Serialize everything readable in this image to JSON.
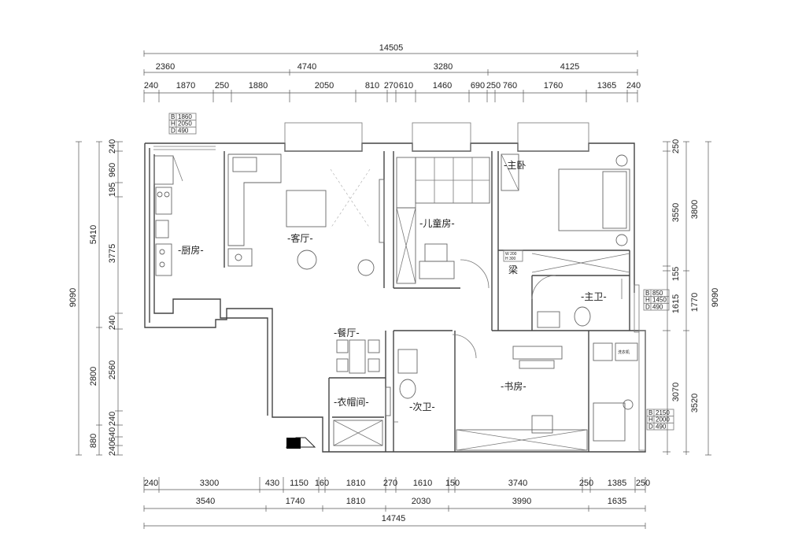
{
  "dims": {
    "top_total": "14505",
    "top_mid": [
      "2360",
      "4740",
      "3280",
      "4125"
    ],
    "top_detail": [
      "240",
      "1870",
      "250",
      "1880",
      "2050",
      "810",
      "270",
      "610",
      "1460",
      "690",
      "250",
      "760",
      "1760",
      "1365",
      "240"
    ],
    "bottom_detail": [
      "240",
      "3300",
      "430",
      "1150",
      "160",
      "1810",
      "270",
      "1610",
      "150",
      "3740",
      "250",
      "1385",
      "250"
    ],
    "bottom_mid": [
      "3540",
      "1740",
      "1810",
      "2030",
      "3990",
      "1635"
    ],
    "bottom_total": "14745",
    "left_total": "9090",
    "left_mid": [
      "5410",
      "2800",
      "880"
    ],
    "left_detail": [
      "240",
      "960",
      "195",
      "3775",
      "240",
      "2560",
      "240",
      "640",
      "240"
    ],
    "right_total": "9090",
    "right_mid": [
      "3800",
      "1770",
      "3520"
    ],
    "right_detail": [
      "250",
      "3550",
      "155",
      "1615",
      "3070"
    ]
  },
  "rooms": {
    "kitchen": "-厨房-",
    "living": "-客厅-",
    "kids": "-儿童房-",
    "master": "-主卧",
    "master_bath": "-主卫-",
    "dining": "-餐厅-",
    "cloak": "-衣帽间-",
    "second_bath": "-次卫-",
    "study": "-书房-",
    "beam": "梁"
  },
  "windows": {
    "w1": {
      "b": "1860",
      "h": "2050",
      "d": "490"
    },
    "w2": {
      "b": "850",
      "h": "1450",
      "d": "490"
    },
    "w3": {
      "b": "2150",
      "h": "2000",
      "d": "490"
    }
  },
  "beam_tag": {
    "w": "W 200",
    "h": "H 300"
  },
  "washer": "洗衣机",
  "window_keys": {
    "b": "B",
    "h": "H",
    "d": "D"
  }
}
